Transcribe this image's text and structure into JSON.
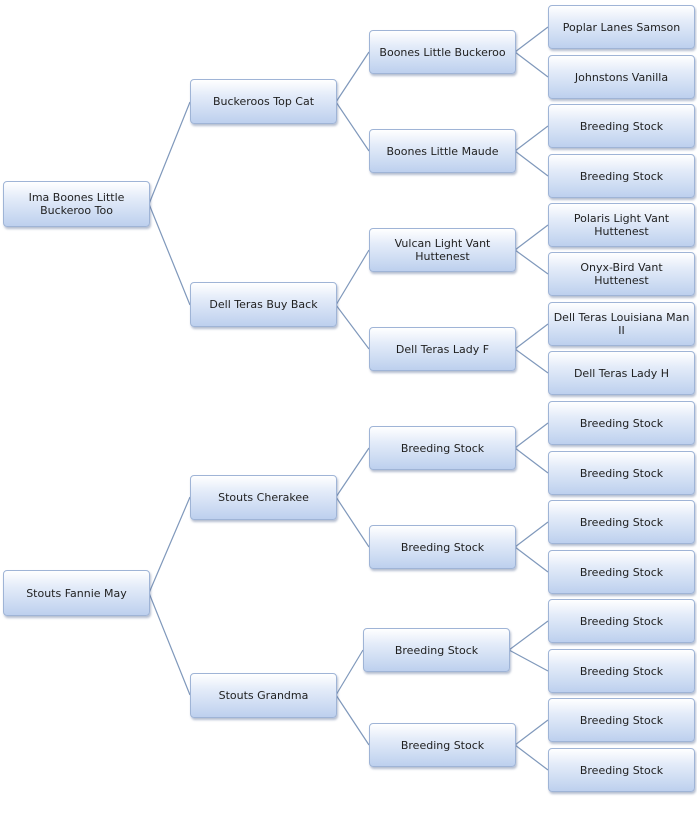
{
  "pedigree": {
    "sire": {
      "name": "Ima Boones Little Buckeroo Too",
      "sire": {
        "name": "Buckeroos Top Cat",
        "sire": {
          "name": "Boones Little Buckeroo",
          "sire": "Poplar Lanes Samson",
          "dam": "Johnstons Vanilla"
        },
        "dam": {
          "name": "Boones Little Maude",
          "sire": "Breeding Stock",
          "dam": "Breeding Stock"
        }
      },
      "dam": {
        "name": "Dell Teras Buy Back",
        "sire": {
          "name": "Vulcan Light Vant Huttenest",
          "sire": "Polaris Light Vant Huttenest",
          "dam": "Onyx-Bird Vant Huttenest"
        },
        "dam": {
          "name": "Dell Teras Lady F",
          "sire": "Dell Teras Louisiana Man II",
          "dam": "Dell Teras Lady H"
        }
      }
    },
    "dam": {
      "name": "Stouts Fannie May",
      "sire": {
        "name": "Stouts Cherakee",
        "sire": {
          "name": "Breeding Stock",
          "sire": "Breeding Stock",
          "dam": "Breeding Stock"
        },
        "dam": {
          "name": "Breeding Stock",
          "sire": "Breeding  Stock",
          "dam": "Breeding  Stock"
        }
      },
      "dam": {
        "name": "Stouts Grandma",
        "sire": {
          "name": "Breeding Stock",
          "sire": "Breeding Stock",
          "dam": "Breeding Stock"
        },
        "dam": {
          "name": "Breeding Stock",
          "sire": "Breeding Stock",
          "dam": "Breeding Stock"
        }
      }
    }
  },
  "colors": {
    "connector": "#7f98bb",
    "box_border": "#9fb4d6",
    "box_fill_top": "#ffffff",
    "box_fill_bottom": "#bdd0ee"
  }
}
